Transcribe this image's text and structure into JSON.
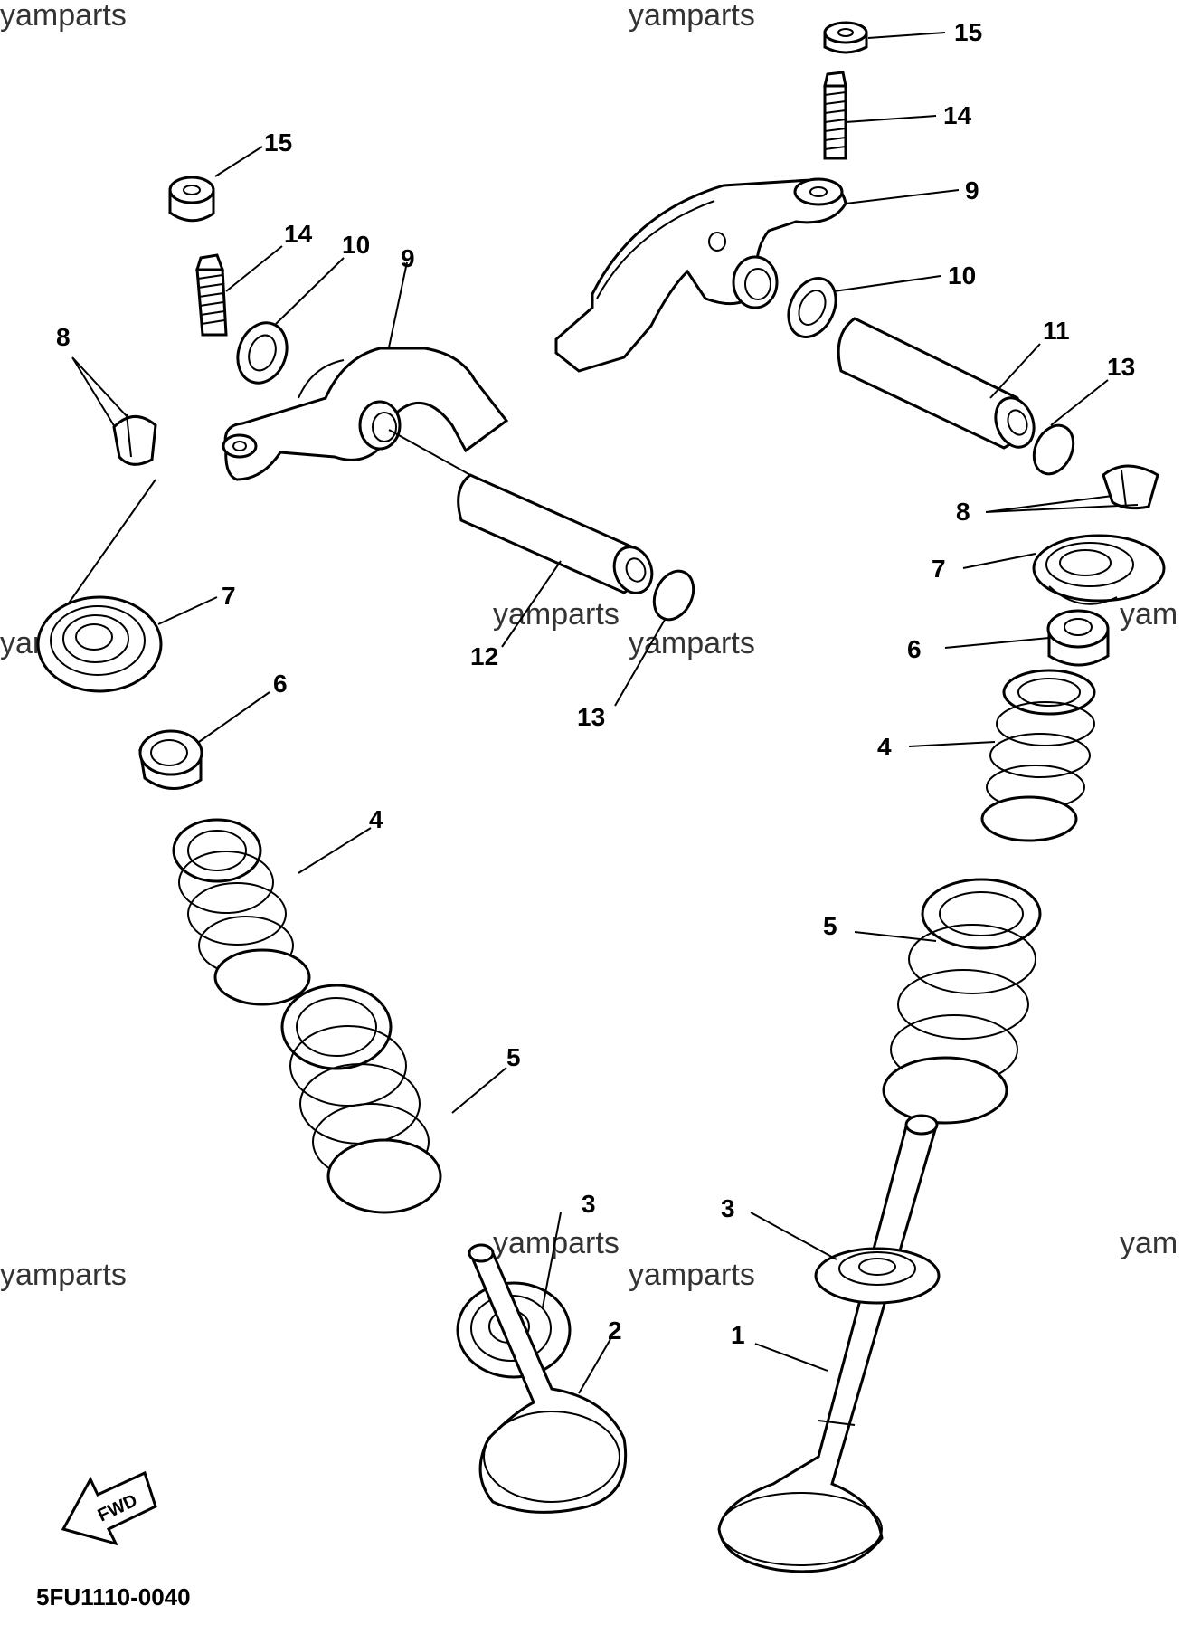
{
  "watermark": "yamparts",
  "watermark_cut": "yam",
  "diagram_code": "5FU1110-0040",
  "fwd_label": "FWD",
  "callouts": {
    "c1": "1",
    "c2": "2",
    "c3a": "3",
    "c3b": "3",
    "c4a": "4",
    "c4b": "4",
    "c5a": "5",
    "c5b": "5",
    "c6a": "6",
    "c6b": "6",
    "c7a": "7",
    "c7b": "7",
    "c8a": "8",
    "c8b": "8",
    "c9a": "9",
    "c9b": "9",
    "c10a": "10",
    "c10b": "10",
    "c11": "11",
    "c12": "12",
    "c13a": "13",
    "c13b": "13",
    "c14a": "14",
    "c14b": "14",
    "c15a": "15",
    "c15b": "15"
  }
}
